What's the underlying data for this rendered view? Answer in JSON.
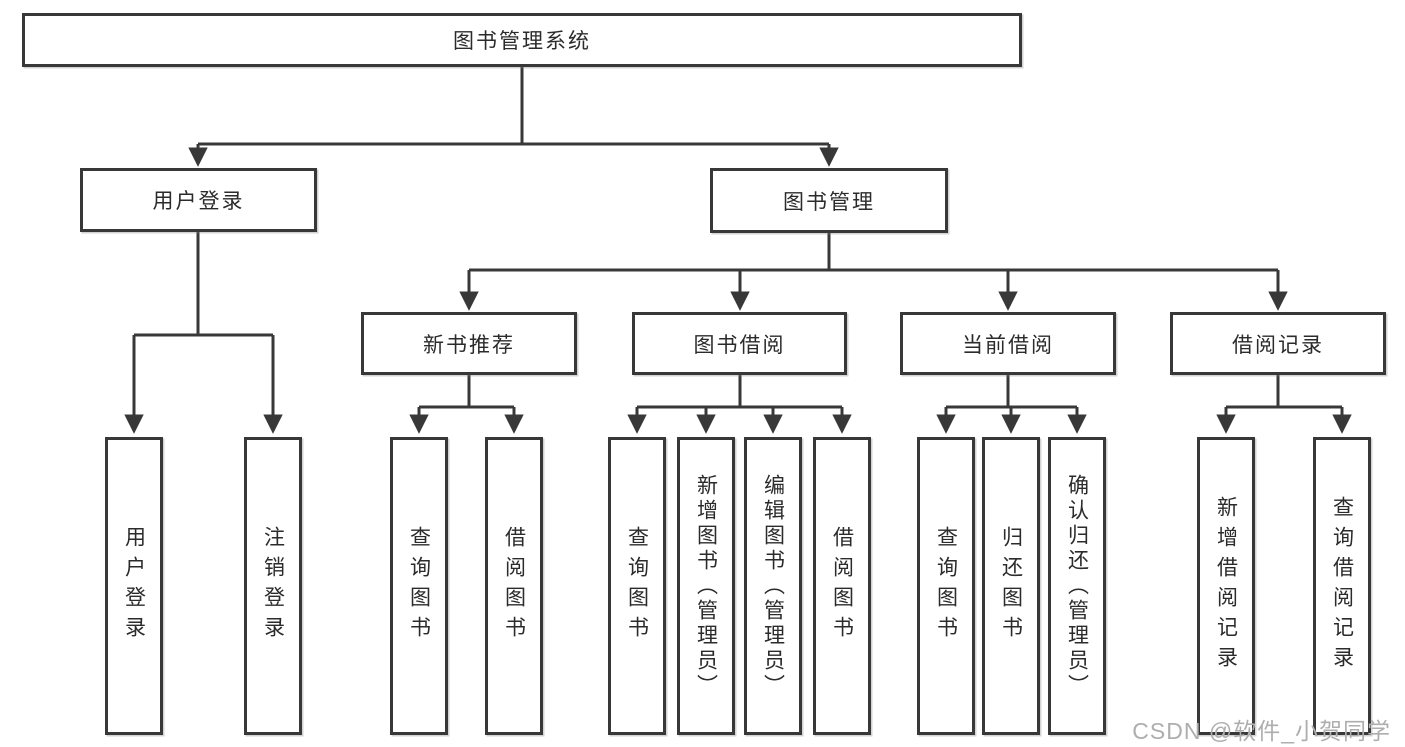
{
  "diagram_type": "functional-structure-tree",
  "colors": {
    "line": "#383838",
    "text": "#2b2b2b",
    "watermark": "#aeaeae",
    "background": "#ffffff"
  },
  "watermark": {
    "text": "CSDN @软件_小贺同学"
  },
  "hierarchy": {
    "label": "图书管理系统",
    "children": [
      {
        "label": "用户登录",
        "children": [
          {
            "label": "用户登录"
          },
          {
            "label": "注销登录"
          }
        ]
      },
      {
        "label": "图书管理",
        "children": [
          {
            "label": "新书推荐",
            "children": [
              {
                "label": "查询图书"
              },
              {
                "label": "借阅图书"
              }
            ]
          },
          {
            "label": "图书借阅",
            "children": [
              {
                "label": "查询图书"
              },
              {
                "label": "新增图书（管理员）"
              },
              {
                "label": "编辑图书（管理员）"
              },
              {
                "label": "借阅图书"
              }
            ]
          },
          {
            "label": "当前借阅",
            "children": [
              {
                "label": "查询图书"
              },
              {
                "label": "归还图书"
              },
              {
                "label": "确认归还（管理员）"
              }
            ]
          },
          {
            "label": "借阅记录",
            "children": [
              {
                "label": "新增借阅记录"
              },
              {
                "label": "查询借阅记录"
              }
            ]
          }
        ]
      }
    ]
  }
}
